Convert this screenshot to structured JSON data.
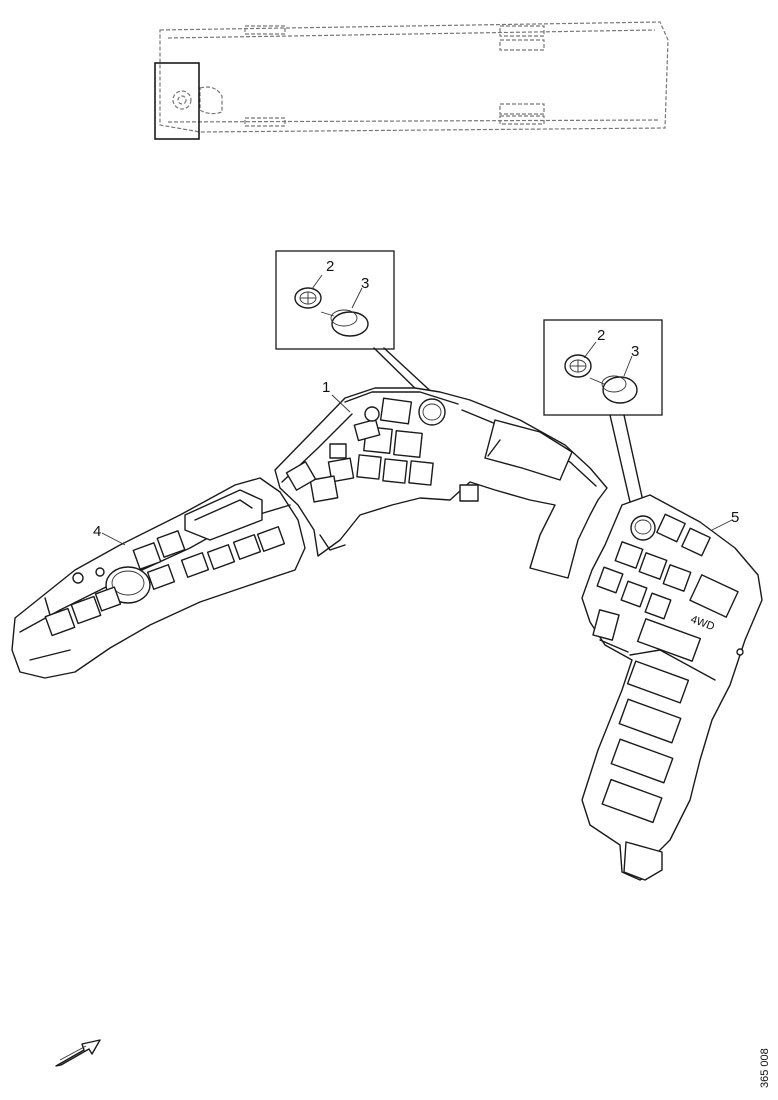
{
  "callouts": {
    "part_1": "1",
    "part_2_left": "2",
    "part_3_left": "3",
    "part_2_right": "2",
    "part_3_right": "3",
    "part_4": "4",
    "part_5": "5"
  },
  "drawing_code": "365 008"
}
